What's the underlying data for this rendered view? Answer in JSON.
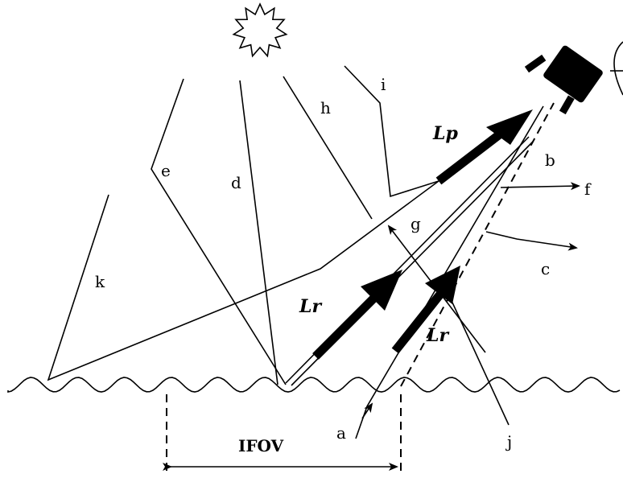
{
  "labels": {
    "a": "a",
    "b": "b",
    "c": "c",
    "d": "d",
    "e": "e",
    "f": "f",
    "g": "g",
    "h": "h",
    "i": "i",
    "j": "j",
    "k": "k",
    "lp": "Lp",
    "lr_left": "Lr",
    "lr_right": "Lr",
    "ifov": "IFOV"
  },
  "colors": {
    "ink": "#000000",
    "background": "#ffffff"
  },
  "icons": {
    "sun": "sun-icon",
    "sensor": "sensor-icon"
  }
}
